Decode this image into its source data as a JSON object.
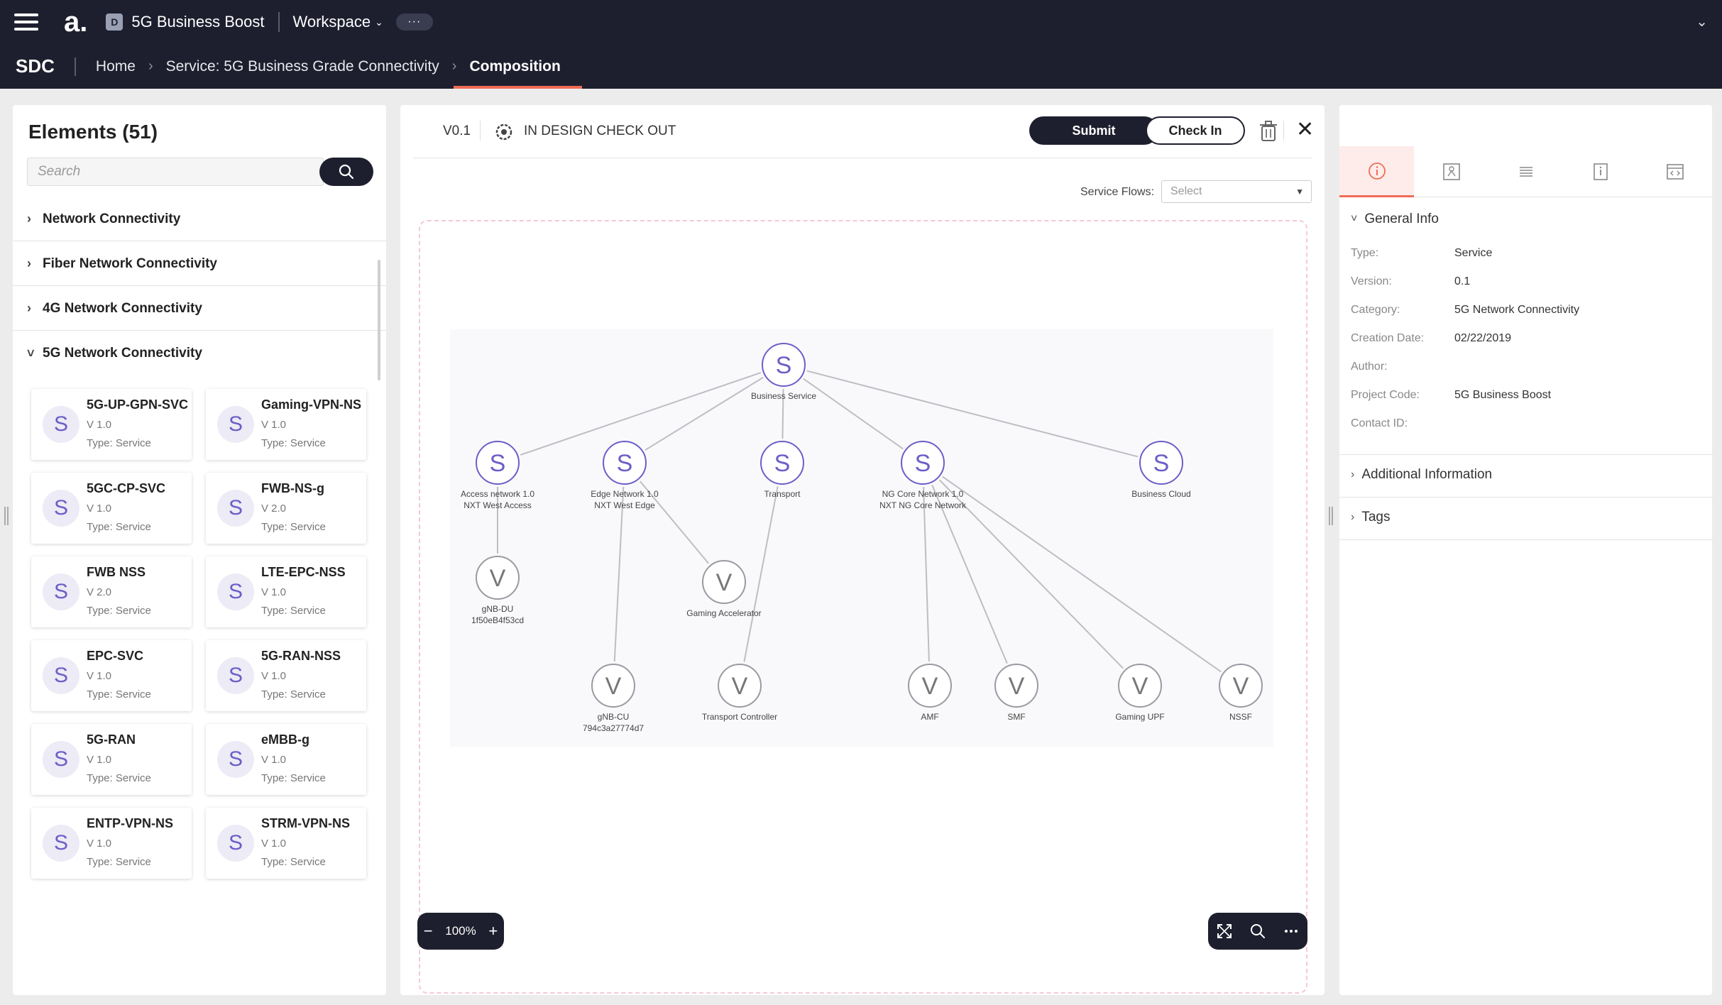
{
  "topbar": {
    "logo": "a.",
    "project_badge": "D",
    "project_name": "5G Business Boost",
    "workspace_label": "Workspace",
    "more_label": "···",
    "collapse_icon": "chevron-down-icon"
  },
  "breadcrumb": {
    "app": "SDC",
    "items": [
      "Home",
      "Service: 5G Business Grade Connectivity",
      "Composition"
    ],
    "arrow": "›"
  },
  "elements": {
    "title": "Elements (51)",
    "search_placeholder": "Search",
    "categories": [
      {
        "label": "Network Connectivity",
        "expanded": false
      },
      {
        "label": "Fiber Network Connectivity",
        "expanded": false
      },
      {
        "label": "4G Network Connectivity",
        "expanded": false
      },
      {
        "label": "5G Network Connectivity",
        "expanded": true
      }
    ],
    "chevron_closed": "›",
    "chevron_open": "˅",
    "cards": [
      {
        "letter": "S",
        "name": "5G-UP-GPN-SVC",
        "version": "V 1.0",
        "type": "Type: Service"
      },
      {
        "letter": "S",
        "name": "Gaming-VPN-NS",
        "version": "V 1.0",
        "type": "Type: Service"
      },
      {
        "letter": "S",
        "name": "5GC-CP-SVC",
        "version": "V 1.0",
        "type": "Type: Service"
      },
      {
        "letter": "S",
        "name": "FWB-NS-g",
        "version": "V 2.0",
        "type": "Type: Service"
      },
      {
        "letter": "S",
        "name": "FWB NSS",
        "version": "V 2.0",
        "type": "Type: Service"
      },
      {
        "letter": "S",
        "name": "LTE-EPC-NSS",
        "version": "V 1.0",
        "type": "Type: Service"
      },
      {
        "letter": "S",
        "name": "EPC-SVC",
        "version": "V 1.0",
        "type": "Type: Service"
      },
      {
        "letter": "S",
        "name": "5G-RAN-NSS",
        "version": "V 1.0",
        "type": "Type: Service"
      },
      {
        "letter": "S",
        "name": "5G-RAN",
        "version": "V 1.0",
        "type": "Type: Service"
      },
      {
        "letter": "S",
        "name": "eMBB-g",
        "version": "V 1.0",
        "type": "Type: Service"
      },
      {
        "letter": "S",
        "name": "ENTP-VPN-NS",
        "version": "V 1.0",
        "type": "Type: Service"
      },
      {
        "letter": "S",
        "name": "STRM-VPN-NS",
        "version": "V 1.0",
        "type": "Type: Service"
      }
    ]
  },
  "composition": {
    "version": "V0.1",
    "status": "IN DESIGN CHECK OUT",
    "submit_label": "Submit",
    "checkin_label": "Check In",
    "close_label": "✕",
    "service_flows_label": "Service Flows:",
    "service_flows_value": "Select",
    "zoom": "100%",
    "zoom_minus": "−",
    "zoom_plus": "+",
    "tools": [
      "expand-icon",
      "search-icon",
      "more-icon"
    ],
    "graph": {
      "nodes": [
        {
          "id": "business-service",
          "letter": "S",
          "labels": [
            "Business Service"
          ]
        },
        {
          "id": "access-network",
          "letter": "S",
          "labels": [
            "Access network 1.0",
            "NXT West Access"
          ]
        },
        {
          "id": "edge-network",
          "letter": "S",
          "labels": [
            "Edge Network 1.0",
            "NXT West Edge"
          ]
        },
        {
          "id": "transport",
          "letter": "S",
          "labels": [
            "Transport"
          ]
        },
        {
          "id": "ng-core-network",
          "letter": "S",
          "labels": [
            "NG Core Network 1.0",
            "NXT NG Core Network"
          ]
        },
        {
          "id": "business-cloud",
          "letter": "S",
          "labels": [
            "Business Cloud"
          ]
        },
        {
          "id": "gnb-du",
          "letter": "V",
          "labels": [
            "gNB-DU",
            "1f50eB4f53cd"
          ]
        },
        {
          "id": "gaming-accelerator",
          "letter": "V",
          "labels": [
            "Gaming Accelerator"
          ]
        },
        {
          "id": "gnb-cu",
          "letter": "V",
          "labels": [
            "gNB-CU",
            "794c3a27774d7"
          ]
        },
        {
          "id": "transport-controller",
          "letter": "V",
          "labels": [
            "Transport Controller"
          ]
        },
        {
          "id": "amf",
          "letter": "V",
          "labels": [
            "AMF"
          ]
        },
        {
          "id": "smf",
          "letter": "V",
          "labels": [
            "SMF"
          ]
        },
        {
          "id": "gaming-upf",
          "letter": "V",
          "labels": [
            "Gaming UPF"
          ]
        },
        {
          "id": "nssf",
          "letter": "V",
          "labels": [
            "NSSF"
          ]
        }
      ],
      "edges": [
        [
          "business-service",
          "access-network"
        ],
        [
          "business-service",
          "edge-network"
        ],
        [
          "business-service",
          "transport"
        ],
        [
          "business-service",
          "ng-core-network"
        ],
        [
          "business-service",
          "business-cloud"
        ],
        [
          "access-network",
          "gnb-du"
        ],
        [
          "edge-network",
          "gnb-cu"
        ],
        [
          "edge-network",
          "gaming-accelerator"
        ],
        [
          "transport",
          "transport-controller"
        ],
        [
          "ng-core-network",
          "amf"
        ],
        [
          "ng-core-network",
          "smf"
        ],
        [
          "ng-core-network",
          "gaming-upf"
        ],
        [
          "ng-core-network",
          "nssf"
        ]
      ]
    }
  },
  "details": {
    "tabs": [
      "info-icon",
      "composition-icon",
      "list-icon",
      "document-icon",
      "code-icon"
    ],
    "general_info_title": "General Info",
    "fields": [
      {
        "label": "Type:",
        "value": "Service"
      },
      {
        "label": "Version:",
        "value": "0.1"
      },
      {
        "label": "Category:",
        "value": "5G Network Connectivity"
      },
      {
        "label": "Creation Date:",
        "value": "02/22/2019"
      },
      {
        "label": "Author:",
        "value": ""
      },
      {
        "label": "Project Code:",
        "value": "5G Business Boost"
      },
      {
        "label": "Contact ID:",
        "value": ""
      }
    ],
    "additional_info_title": "Additional Information",
    "tags_title": "Tags"
  },
  "colors": {
    "dark": "#1e1f2e",
    "accent": "#ef6c55",
    "node_purple": "#6b5fc7"
  }
}
